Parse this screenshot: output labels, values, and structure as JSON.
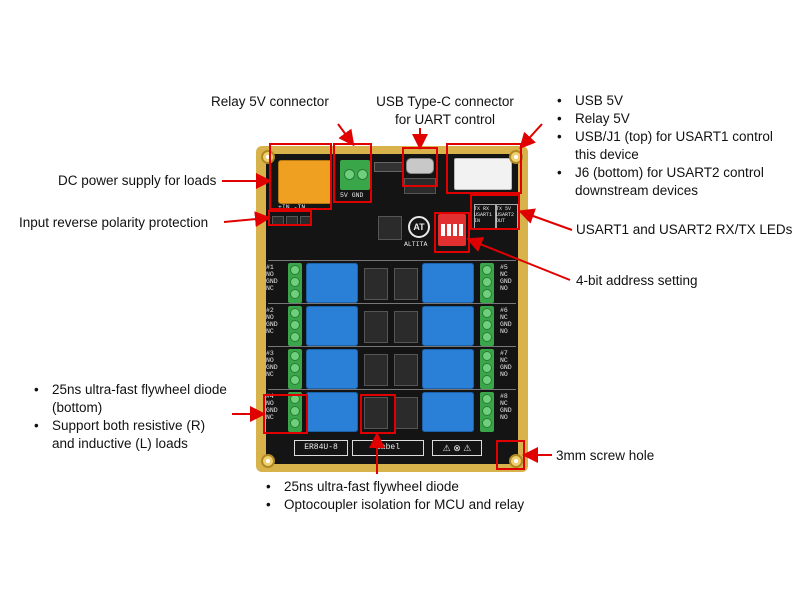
{
  "labels": {
    "relay_connector": "Relay 5V connector",
    "usb_c": [
      "USB Type-C connector",
      "for UART control"
    ],
    "usb_list": [
      "USB 5V",
      "Relay 5V",
      "USB/J1 (top) for USART1 control this device",
      "J6 (bottom) for USART2 control downstream devices"
    ],
    "dc_power": "DC power supply for loads",
    "reverse_polarity": "Input reverse polarity protection",
    "usart_leds": "USART1 and USART2 RX/TX LEDs",
    "address": "4-bit address setting",
    "flywheel_left": [
      "25ns ultra-fast flywheel diode (bottom)",
      "Support both resistive (R) and inductive (L) loads"
    ],
    "screw_hole": "3mm screw hole",
    "flywheel_bottom": [
      "25ns ultra-fast flywheel diode",
      "Optocoupler isolation for MCU and relay"
    ]
  },
  "board": {
    "model": "ER84U-8",
    "label": "Label",
    "brand": "ALTITA",
    "power_silk": "+IN    -IN",
    "relay5v_silk": "5V GND",
    "usart1_silk": "TX RX USART1 IN",
    "usart2_silk": "TX 5V USART2 OUT",
    "left_channels": [
      {
        "id": "#1",
        "pins": [
          "NO",
          "GND",
          "NC"
        ]
      },
      {
        "id": "#2",
        "pins": [
          "NO",
          "GND",
          "NC"
        ]
      },
      {
        "id": "#3",
        "pins": [
          "NO",
          "GND",
          "NC"
        ]
      },
      {
        "id": "#4",
        "pins": [
          "NO",
          "GND",
          "NC"
        ]
      }
    ],
    "right_channels": [
      {
        "id": "#5",
        "pins": [
          "NC",
          "GND",
          "NO"
        ]
      },
      {
        "id": "#6",
        "pins": [
          "NC",
          "GND",
          "NO"
        ]
      },
      {
        "id": "#7",
        "pins": [
          "NC",
          "GND",
          "NO"
        ]
      },
      {
        "id": "#8",
        "pins": [
          "NC",
          "GND",
          "NO"
        ]
      }
    ]
  },
  "colors": {
    "callout": "#e00000",
    "pcb_gold": "#d8b24a",
    "relay_blue": "#2a7fd6",
    "terminal_green": "#3aa64a",
    "fuse_orange": "#f0a020"
  }
}
